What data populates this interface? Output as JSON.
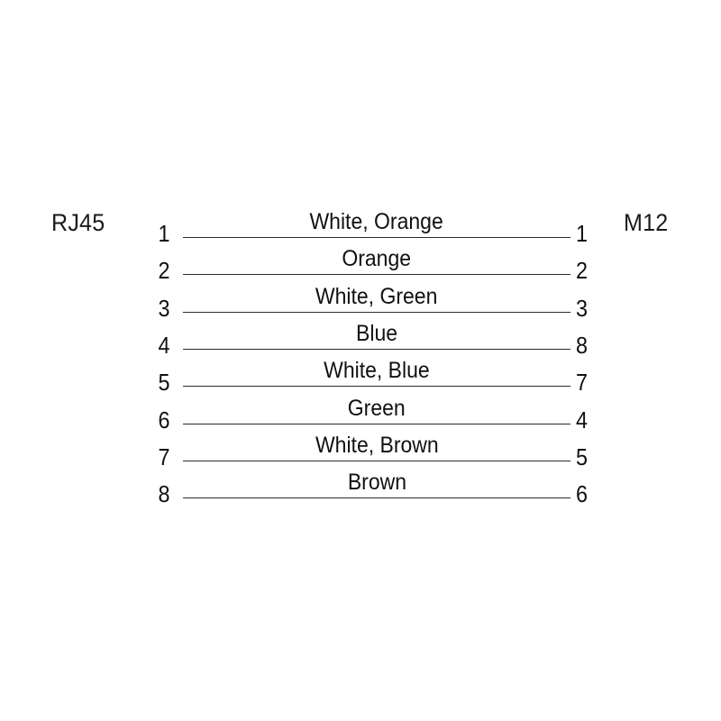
{
  "diagram": {
    "type": "pinout-wiring-diagram",
    "background_color": "#ffffff",
    "line_color": "#2a2a2a",
    "text_color": "#111111",
    "left_connector": "RJ45",
    "right_connector": "M12",
    "wires": [
      {
        "left_pin": "1",
        "label": "White, Orange",
        "right_pin": "1"
      },
      {
        "left_pin": "2",
        "label": "Orange",
        "right_pin": "2"
      },
      {
        "left_pin": "3",
        "label": "White, Green",
        "right_pin": "3"
      },
      {
        "left_pin": "4",
        "label": "Blue",
        "right_pin": "8"
      },
      {
        "left_pin": "5",
        "label": "White, Blue",
        "right_pin": "7"
      },
      {
        "left_pin": "6",
        "label": "Green",
        "right_pin": "4"
      },
      {
        "left_pin": "7",
        "label": "White, Brown",
        "right_pin": "5"
      },
      {
        "left_pin": "8",
        "label": "Brown",
        "right_pin": "6"
      }
    ]
  }
}
